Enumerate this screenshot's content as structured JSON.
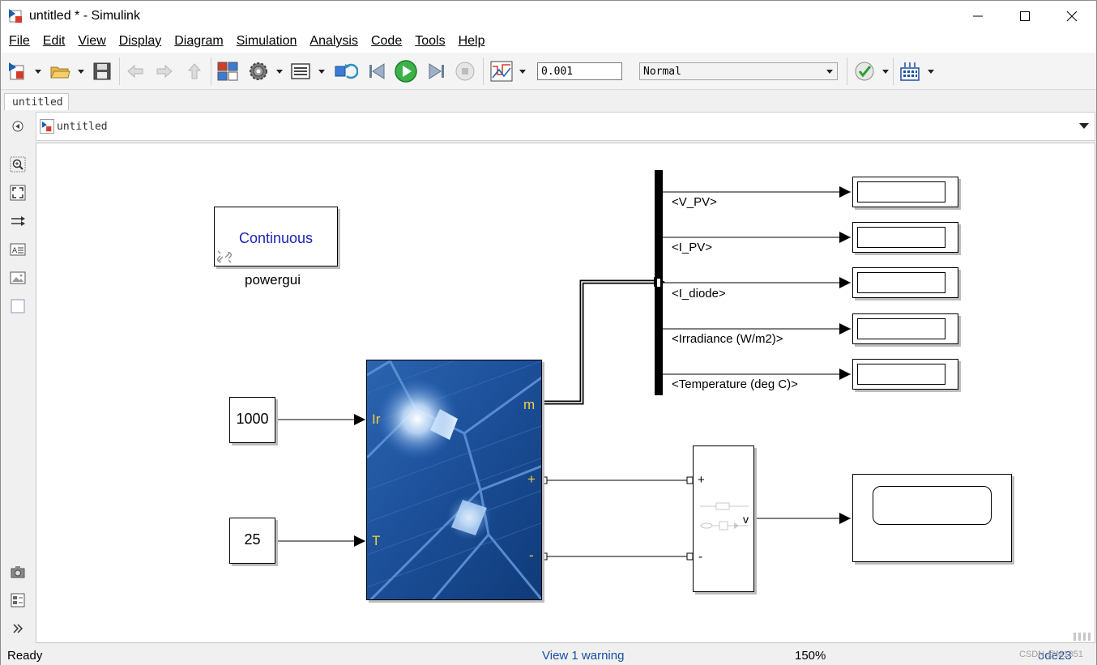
{
  "window": {
    "title": "untitled * - Simulink"
  },
  "menu": [
    "File",
    "Edit",
    "View",
    "Display",
    "Diagram",
    "Simulation",
    "Analysis",
    "Code",
    "Tools",
    "Help"
  ],
  "toolbar": {
    "stop_time": "0.001",
    "sim_mode": "Normal",
    "icons": [
      "new-model-icon",
      "open-icon",
      "save-icon",
      "back-icon",
      "forward-icon",
      "up-icon",
      "library-browser-icon",
      "model-config-icon",
      "model-explorer-icon",
      "update-diagram-icon",
      "step-back-icon",
      "run-icon",
      "step-forward-icon",
      "stop-icon",
      "data-inspector-icon",
      "model-advisor-icon",
      "build-icon"
    ]
  },
  "tab": {
    "label": "untitled"
  },
  "address": {
    "path": "untitled"
  },
  "canvas": {
    "powergui": {
      "text": "Continuous",
      "label": "powergui"
    },
    "constants": [
      {
        "value": "1000"
      },
      {
        "value": "25"
      }
    ],
    "pv_ports": {
      "ir": "Ir",
      "t": "T",
      "m": "m",
      "plus": "+",
      "minus": "-"
    },
    "bus_signals": [
      "<V_PV>",
      "<I_PV>",
      "<I_diode>",
      "<Irradiance (W/m2)>",
      "<Temperature (deg C)>"
    ],
    "voltmeter_ports": {
      "plus": "+",
      "minus": "-",
      "v": "v"
    }
  },
  "status": {
    "ready": "Ready",
    "warning": "View 1 warning",
    "zoom": "150%",
    "solver": "ode23",
    "watermark": "CSDN @M1351"
  },
  "colors": {
    "accent_blue": "#1a4fa0",
    "powergui_text": "#1c25b8",
    "pv_label": "#f0d040",
    "run_green": "#2fa02f"
  }
}
